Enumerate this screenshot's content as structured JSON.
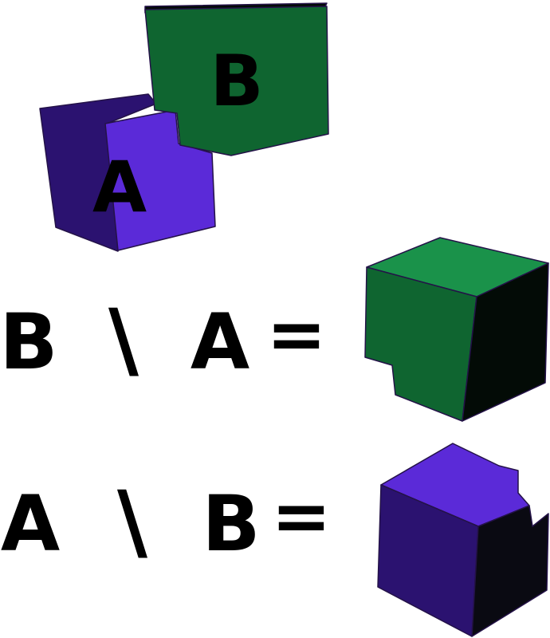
{
  "colors": {
    "green_front": "#0f6530",
    "green_top": "#1a924a",
    "green_side": "#030b06",
    "purple_front": "#5b2ad8",
    "purple_side": "#2b1270",
    "purple_right": "#0a0a12",
    "edge": "#241248",
    "text": "#000000"
  },
  "top_figure": {
    "label_a": "A",
    "label_b": "B"
  },
  "equations": [
    {
      "left": "B",
      "operator": "\\",
      "right": "A",
      "equals": "="
    },
    {
      "left": "A",
      "operator": "\\",
      "right": "B",
      "equals": "="
    }
  ]
}
